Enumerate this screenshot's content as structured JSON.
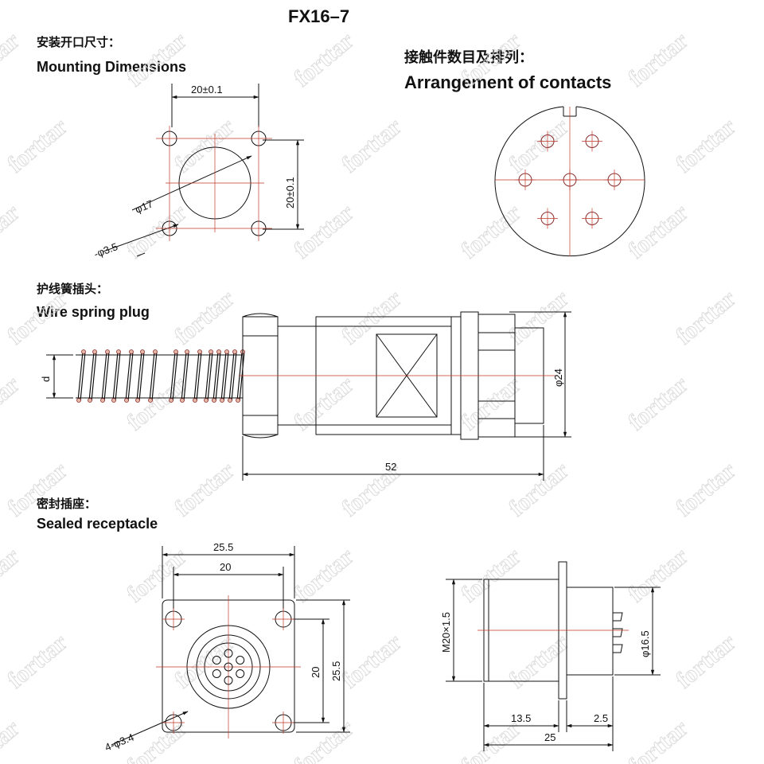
{
  "title": "FX16–7",
  "watermark": "forttar",
  "sections": {
    "mounting": {
      "label_cn": "安装开口尺寸：",
      "label_en": "Mounting Dimensions",
      "dim_width": "20±0.1",
      "dim_height": "20±0.1",
      "dim_hole": "φ17",
      "dim_screw": "-φ3.5"
    },
    "contacts": {
      "label_cn": "接触件数目及排列：",
      "label_en": "Arrangement of contacts",
      "contact_count": 7
    },
    "plug": {
      "label_cn": "护线簧插头：",
      "label_en": "Wire spring plug",
      "dim_d": "d",
      "dim_diameter": "φ24",
      "dim_length": "52"
    },
    "receptacle": {
      "label_cn": "密封插座：",
      "label_en": "Sealed receptacle",
      "dim_outer_w": "25.5",
      "dim_inner_w": "20",
      "dim_inner_h": "20",
      "dim_outer_h": "25.5",
      "dim_holes": "4-φ3.4",
      "dim_thread": "M20×1.5",
      "dim_diameter": "φ16.5",
      "dim_body_len": "13.5",
      "dim_flange": "2.5",
      "dim_total": "25"
    }
  },
  "colors": {
    "line": "#111111",
    "center_line": "#c0392b",
    "pin_dot": "#8b2d2d",
    "watermark": "#d9d9d9"
  }
}
